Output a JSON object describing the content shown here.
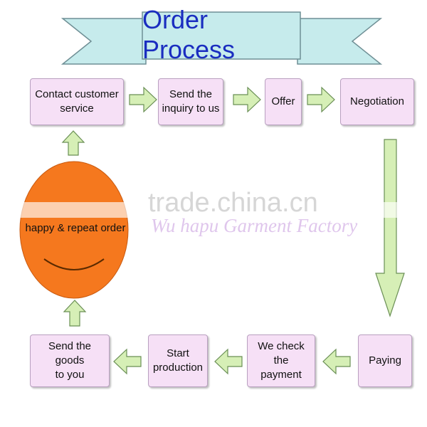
{
  "title": "Order Process",
  "colors": {
    "box_fill": "#f6e0f6",
    "box_border": "#b9a0c0",
    "arrow_fill": "#d6efb6",
    "arrow_stroke": "#6a8f55",
    "banner_fill": "#c6ebec",
    "banner_stroke": "#6f8f95",
    "circle_fill": "#f5781e",
    "title_color": "#1a2dc0"
  },
  "steps": {
    "contact": "Contact customer\nservice",
    "inquiry": "Send the\ninquiry to us",
    "offer": "Offer",
    "negotiation": "Negotiation",
    "paying": "Paying",
    "check_payment": "We check the\npayment",
    "production": "Start\nproduction",
    "send_goods": "Send the goods\nto you",
    "happy": "happy & repeat order"
  },
  "watermark": {
    "site": "trade.china.cn",
    "factory": "Wu hapu Garment Factory"
  }
}
